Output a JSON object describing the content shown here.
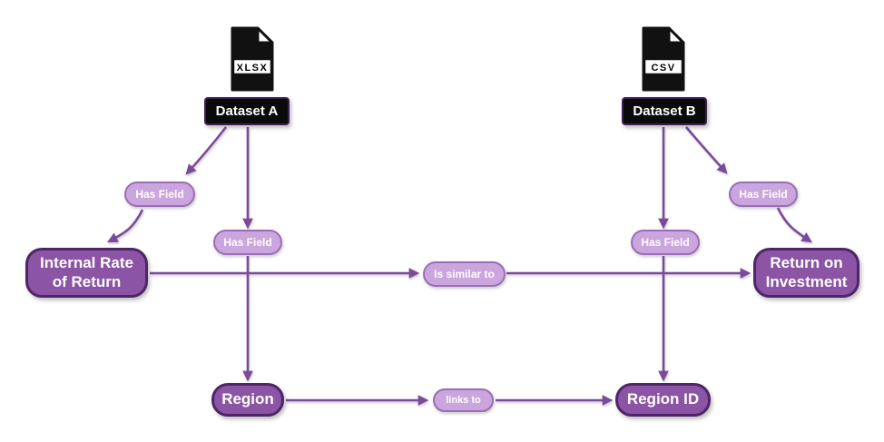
{
  "diagram": {
    "datasets": [
      {
        "label": "Dataset A",
        "file_type": "XLSX"
      },
      {
        "label": "Dataset B",
        "file_type": "CSV"
      }
    ],
    "entities": [
      {
        "label": "Internal Rate of Return"
      },
      {
        "label": "Return on Investment"
      },
      {
        "label": "Region"
      },
      {
        "label": "Region ID"
      }
    ],
    "edges": [
      {
        "from": "Dataset A",
        "label": "Has Field",
        "to": "Internal Rate of Return"
      },
      {
        "from": "Dataset A",
        "label": "Has Field",
        "to": "Region"
      },
      {
        "from": "Dataset B",
        "label": "Has Field",
        "to": "Region ID"
      },
      {
        "from": "Dataset B",
        "label": "Has Field",
        "to": "Return on Investment"
      },
      {
        "from": "Internal Rate of Return",
        "label": "Is similar to",
        "to": "Return on Investment"
      },
      {
        "from": "Region",
        "label": "links to",
        "to": "Region ID"
      }
    ],
    "colors": {
      "node_fill": "#8B54A5",
      "node_border": "#4F2568",
      "label_fill": "#CBA5DE",
      "label_border": "#9B6DB5",
      "edge": "#7C4A9B",
      "dataset_fill": "#0A0A0A",
      "dataset_border": "#3F2052",
      "text_light": "#FFFFFF",
      "icon_black": "#111111"
    }
  }
}
